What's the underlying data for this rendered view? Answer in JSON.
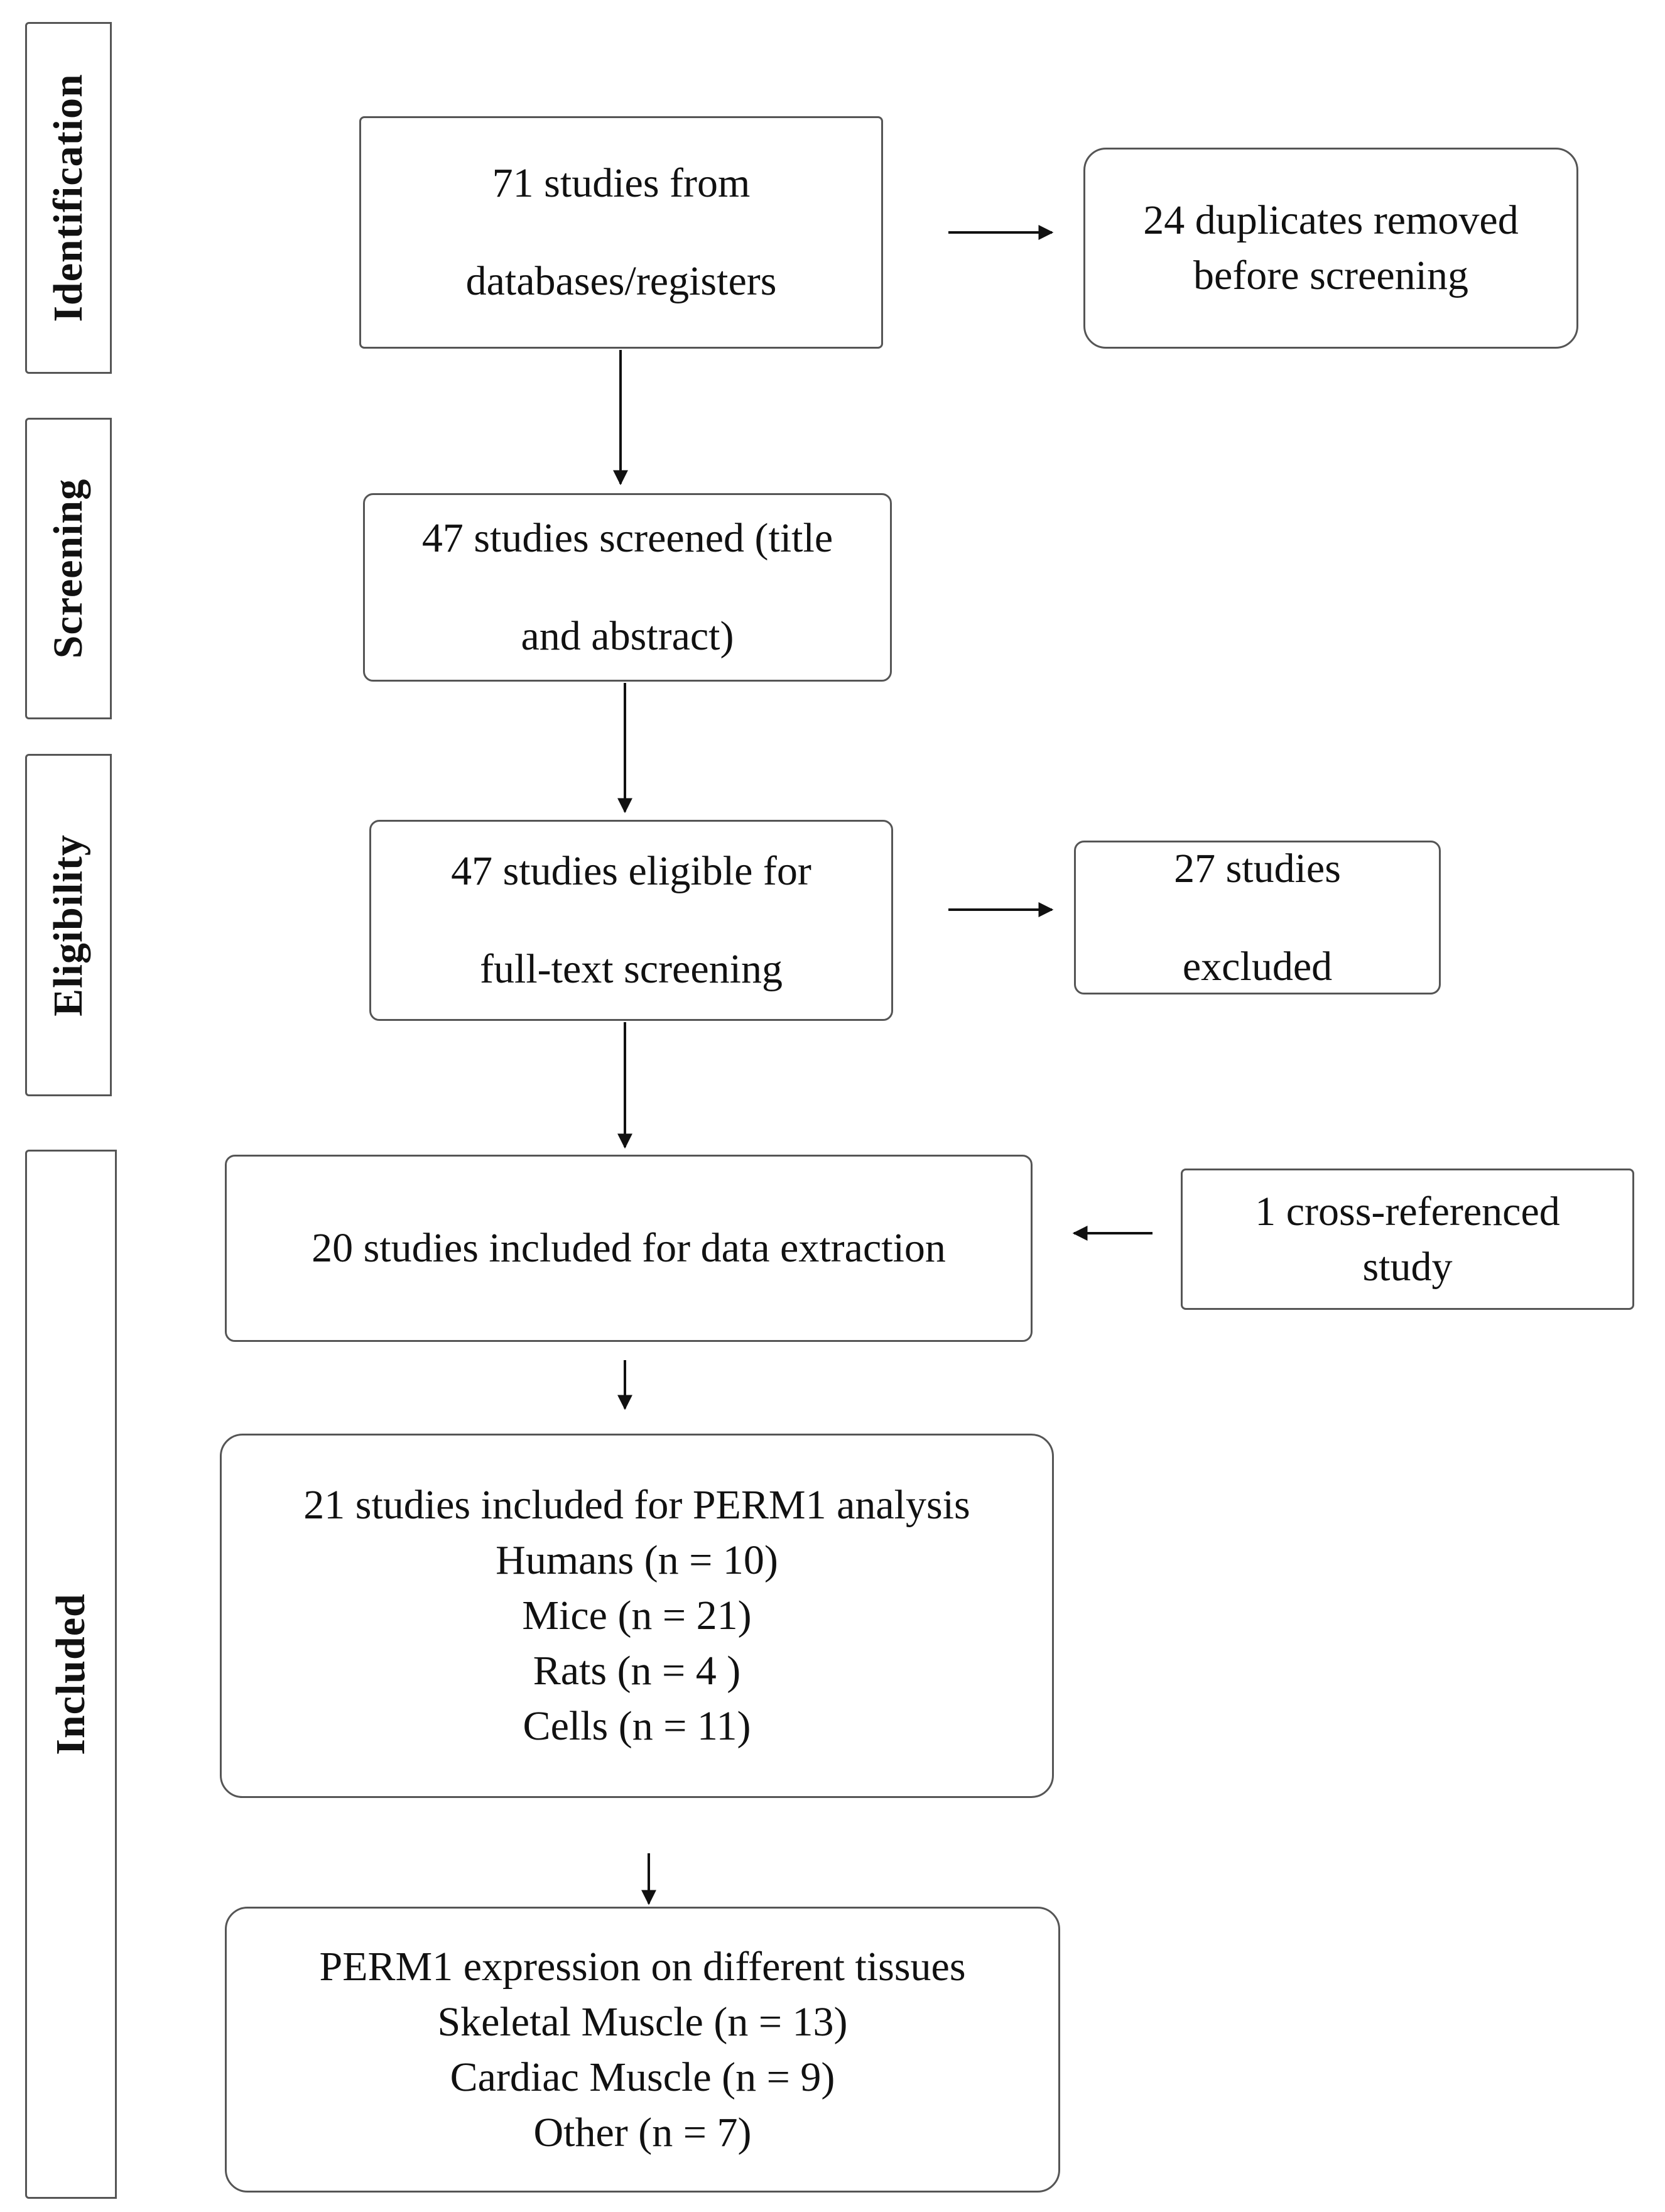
{
  "phases": {
    "identification": "Identification",
    "screening": "Screening",
    "eligibility": "Eligibility",
    "included": "Included"
  },
  "boxes": {
    "databases": [
      "71 studies from",
      "databases/registers"
    ],
    "duplicates": [
      "24 duplicates removed",
      "before screening"
    ],
    "screened": [
      "47 studies screened (title",
      "and abstract)"
    ],
    "eligible": [
      "47 studies eligible for",
      "full-text screening"
    ],
    "excluded": [
      "27 studies",
      "excluded"
    ],
    "extraction": [
      "20 studies included for data extraction"
    ],
    "cross_referenced": [
      "1 cross-referenced",
      "study"
    ],
    "perm1_analysis": [
      "21 studies included for PERM1 analysis",
      "Humans (n = 10)",
      "Mice (n = 21)",
      "Rats (n = 4 )",
      "Cells (n = 11)"
    ],
    "tissues": [
      "PERM1 expression on different tissues",
      "Skeletal Muscle (n = 13)",
      "Cardiac Muscle (n = 9)",
      "Other (n = 7)"
    ]
  }
}
